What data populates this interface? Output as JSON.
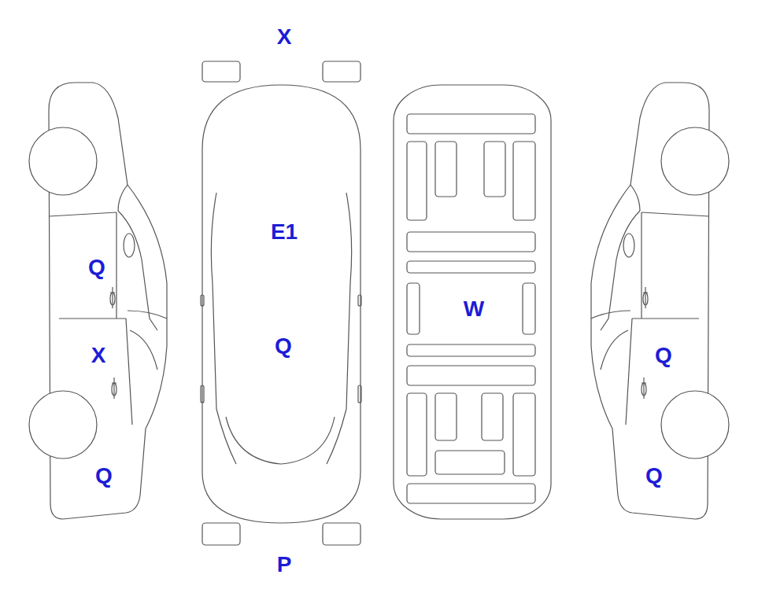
{
  "diagram": {
    "nodes": [
      {
        "text": [
          "X"
        ]
      },
      {
        "text": [
          "E1"
        ]
      },
      {
        "text": [
          "Q"
        ]
      },
      {
        "text": [
          "W"
        ]
      },
      {
        "text": [
          "Q"
        ]
      },
      {
        "text": [
          "X"
        ]
      },
      {
        "text": [
          "Q"
        ]
      },
      {
        "text": [
          "Q"
        ]
      },
      {
        "text": [
          "Q"
        ]
      },
      {
        "text": [
          "P"
        ]
      }
    ]
  }
}
